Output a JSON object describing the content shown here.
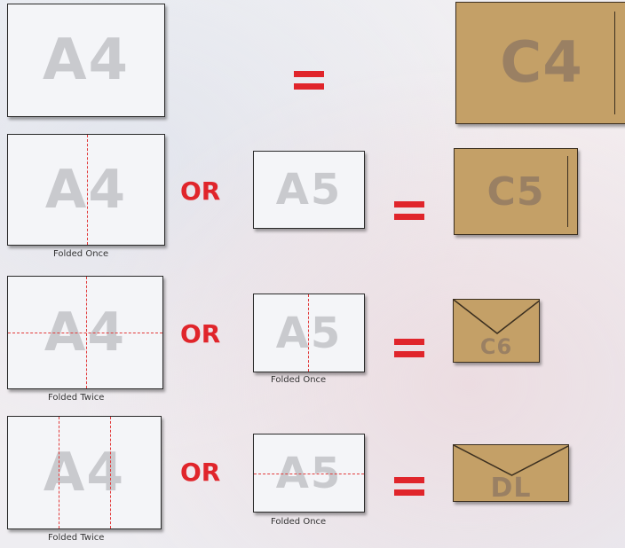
{
  "rows": [
    {
      "sheet_label": "A4",
      "envelope_label": "C4"
    },
    {
      "sheet_label": "A4",
      "sheet_caption": "Folded Once",
      "or_label": "OR",
      "small_label": "A5",
      "envelope_label": "C5"
    },
    {
      "sheet_label": "A4",
      "sheet_caption": "Folded Twice",
      "or_label": "OR",
      "small_label": "A5",
      "small_caption": "Folded Once",
      "envelope_label": "C6"
    },
    {
      "sheet_label": "A4",
      "sheet_caption": "Folded Twice",
      "or_label": "OR",
      "small_label": "A5",
      "small_caption": "Folded Once",
      "envelope_label": "DL"
    }
  ],
  "colors": {
    "accent": "#e0252b",
    "fold_line": "#e23a3a",
    "envelope": "#c4a067",
    "sheet": "#f4f5f8",
    "sheet_text": "#c9cace"
  },
  "icons": [
    "equals-sign",
    "envelope-flap"
  ]
}
